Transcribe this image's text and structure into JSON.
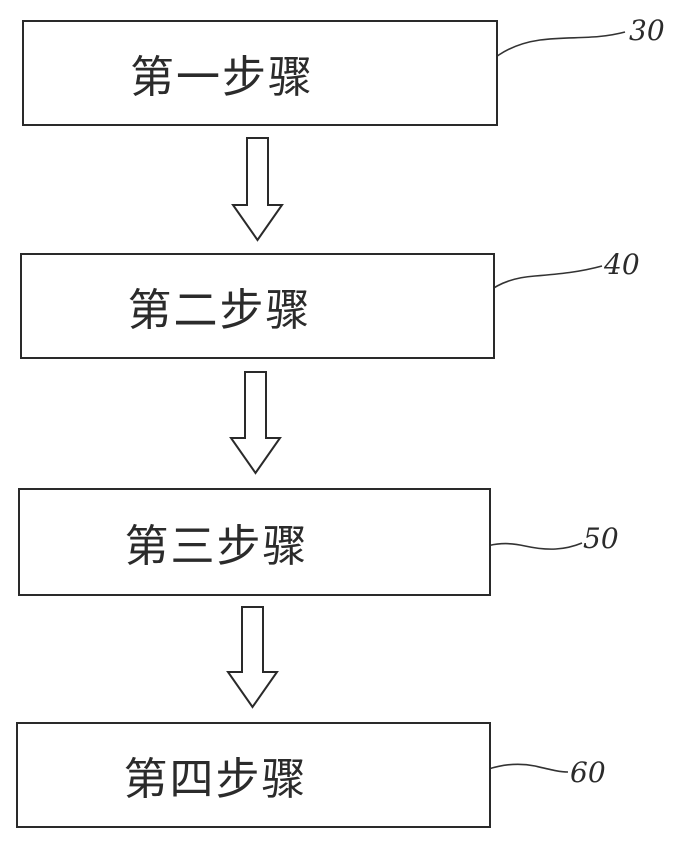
{
  "steps": [
    {
      "label": "第一步骤",
      "ref": "30"
    },
    {
      "label": "第二步骤",
      "ref": "40"
    },
    {
      "label": "第三步骤",
      "ref": "50"
    },
    {
      "label": "第四步骤",
      "ref": "60"
    }
  ],
  "colors": {
    "stroke": "#2a2a2a",
    "text": "#2b2b2b",
    "background": "#ffffff"
  }
}
